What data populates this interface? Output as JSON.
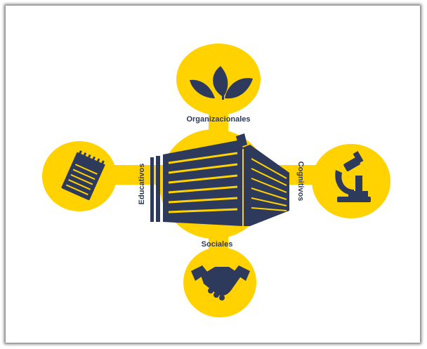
{
  "diagram": {
    "labels": {
      "top": "Organizacionales",
      "left": "Educativos",
      "right": "Cognitivos",
      "bottom": "Sociales"
    },
    "icons": {
      "center": "building-icon",
      "top": "leaves-icon",
      "left": "notepad-icon",
      "right": "microscope-icon",
      "bottom": "handshake-icon"
    },
    "colors": {
      "accent": "#FFD200",
      "icon": "#2E3A5C",
      "text": "#2E3A5C"
    }
  }
}
